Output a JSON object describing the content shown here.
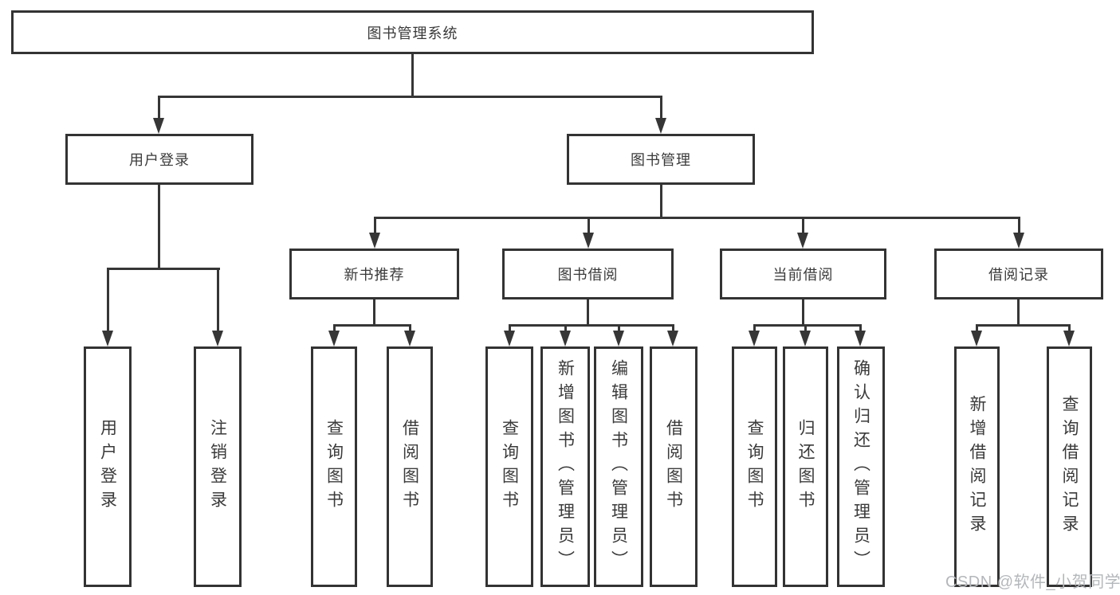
{
  "diagram": {
    "title": "图书管理系统",
    "root": "图书管理系统",
    "level2": {
      "login": "用户登录",
      "management": "图书管理"
    },
    "login_children": {
      "user_login": "用户登录",
      "logout": "注销登录"
    },
    "management_children": {
      "recommend": "新书推荐",
      "borrow": "图书借阅",
      "current": "当前借阅",
      "records": "借阅记录"
    },
    "recommend_children": {
      "query_books": "查询图书",
      "borrow_books": "借阅图书"
    },
    "borrow_children": {
      "query_books": "查询图书",
      "add_books": "新增图书（管理员）",
      "edit_books": "编辑图书（管理员）",
      "borrow_books": "借阅图书"
    },
    "current_children": {
      "query_books": "查询图书",
      "return_books": "归还图书",
      "confirm_return": "确认归还（管理员）"
    },
    "records_children": {
      "add_record": "新增借阅记录",
      "query_record": "查询借阅记录"
    }
  },
  "watermark": "CSDN @软件_小贺同学",
  "colors": {
    "line": "#363636",
    "text": "#3a3a3a",
    "watermark": "#b4b7ba",
    "background": "#ffffff"
  }
}
